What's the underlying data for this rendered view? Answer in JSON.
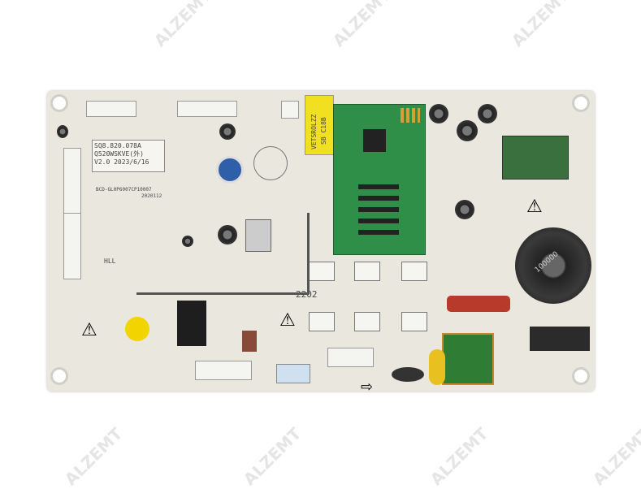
{
  "watermark": "ALZEMT",
  "board": {
    "label_lines": [
      "SQ8.820.078A",
      "Q520WSKVE(外)",
      "V2.0 2023/6/16"
    ],
    "part_code": "BCD-GL0P6007CP10007",
    "date_code": "2020112",
    "sticker_lines": [
      "VETSROLZZ",
      "SB C18B"
    ],
    "silk_number": "2202",
    "hll": "HLL",
    "inductor_label": "100000"
  },
  "colors": {
    "board": "#eae8de",
    "daughter_board": "#2f8f48",
    "sticker": "#f0e020",
    "capacitor_red": "#b83a2a"
  }
}
